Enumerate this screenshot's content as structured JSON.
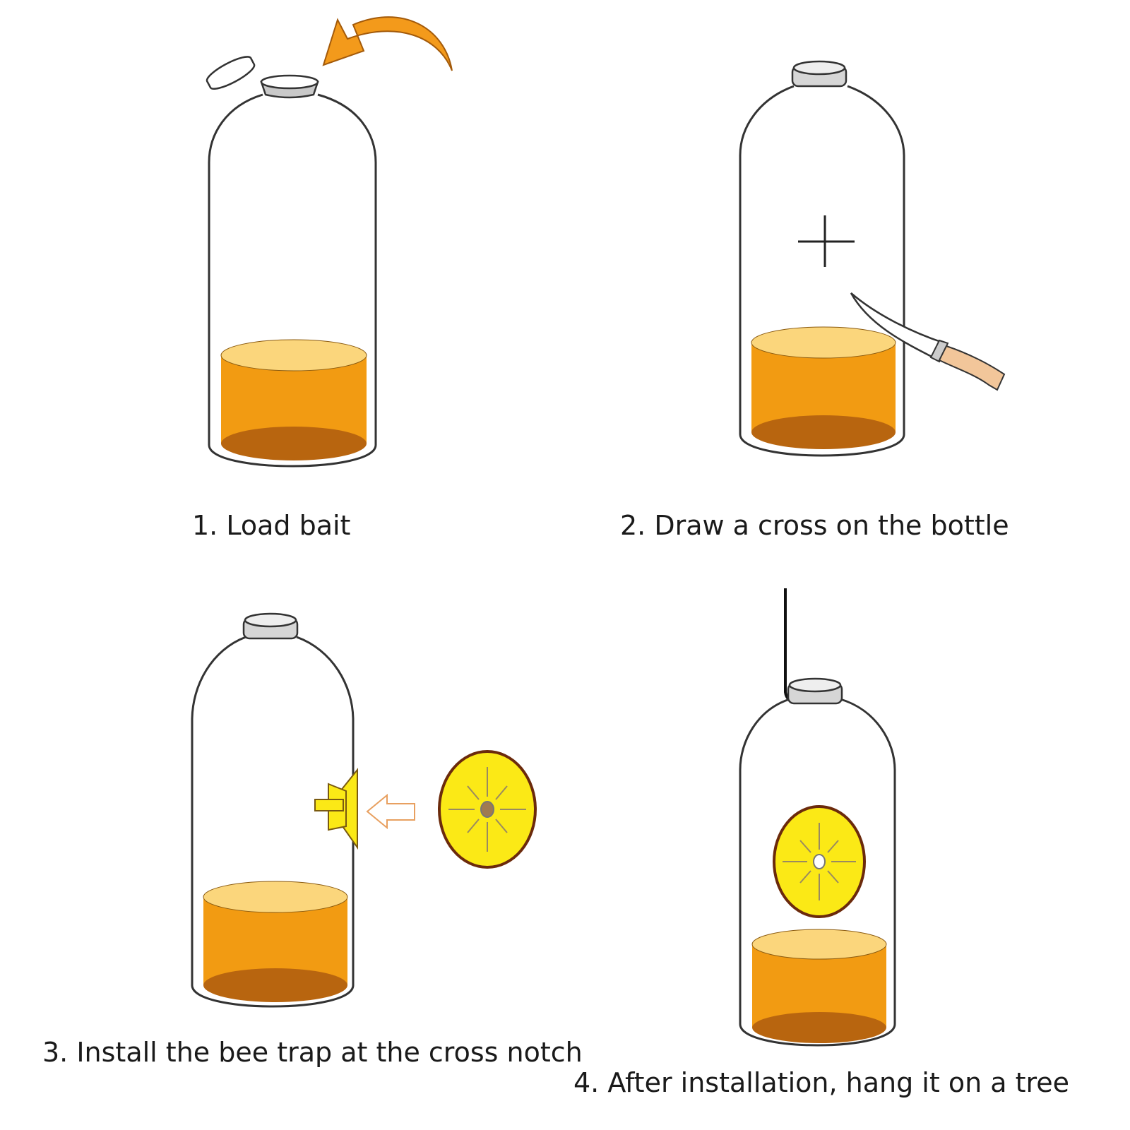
{
  "steps": [
    {
      "label": "1. Load bait"
    },
    {
      "label": "2. Draw a cross on the bottle"
    },
    {
      "label": "3. Install the bee trap at the cross notch"
    },
    {
      "label": "4. After installation, hang it on a tree"
    }
  ],
  "colors": {
    "bait_body": "#f29b12",
    "bait_top": "#fbd67c",
    "bait_bottom": "#b8650f",
    "trap_yellow": "#fbe916",
    "trap_rim": "#6b2a0c",
    "arrow_orange": "#f39a1b",
    "knife_handle": "#f2c69a"
  }
}
